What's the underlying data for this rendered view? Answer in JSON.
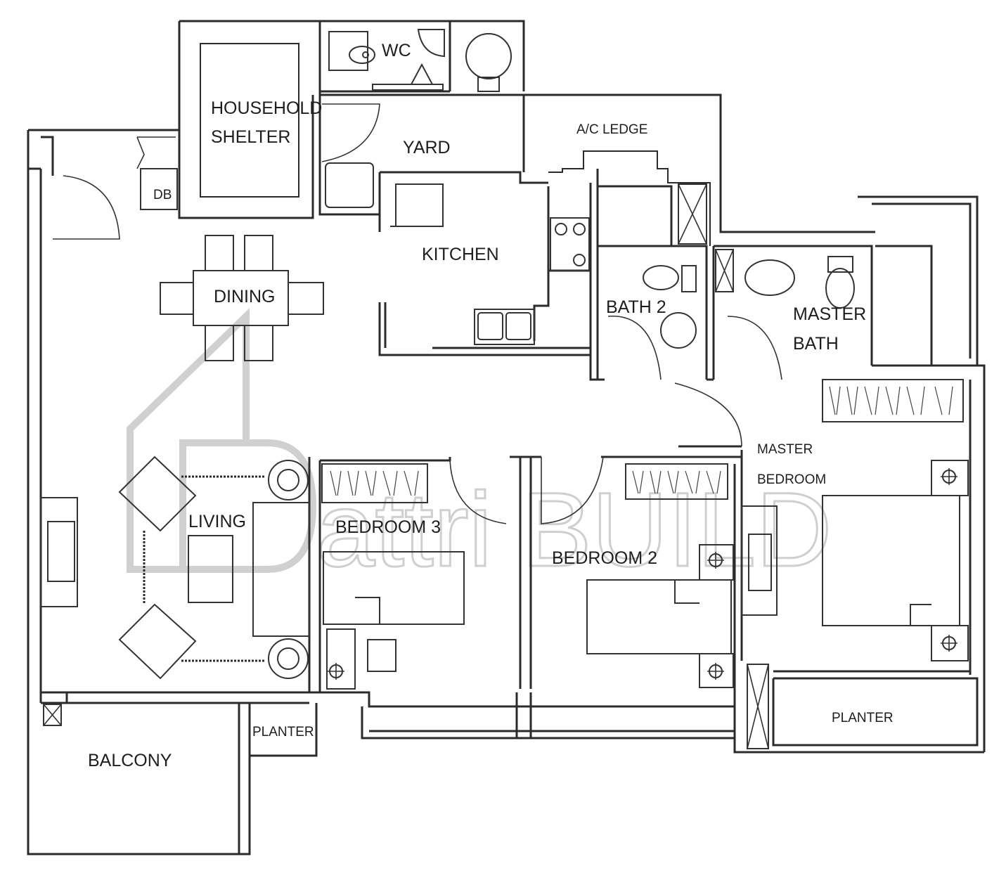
{
  "rooms": {
    "household_shelter": [
      "HOUSEHOLD",
      "SHELTER"
    ],
    "wc": "WC",
    "yard": "YARD",
    "ac_ledge": "A/C LEDGE",
    "db": "DB",
    "kitchen": "KITCHEN",
    "dining": "DINING",
    "bath_2": "BATH 2",
    "master_bath": [
      "MASTER",
      "BATH"
    ],
    "master_bedroom": [
      "MASTER",
      "BEDROOM"
    ],
    "living": "LIVING",
    "bedroom_3": "BEDROOM 3",
    "bedroom_2": "BEDROOM 2",
    "planter_left": "PLANTER",
    "planter_right": "PLANTER",
    "balcony": "BALCONY"
  },
  "watermark": "attri BUILD",
  "colors": {
    "line": "#2b2b2b",
    "watermark": "#cfcfcf",
    "background": "#ffffff"
  }
}
